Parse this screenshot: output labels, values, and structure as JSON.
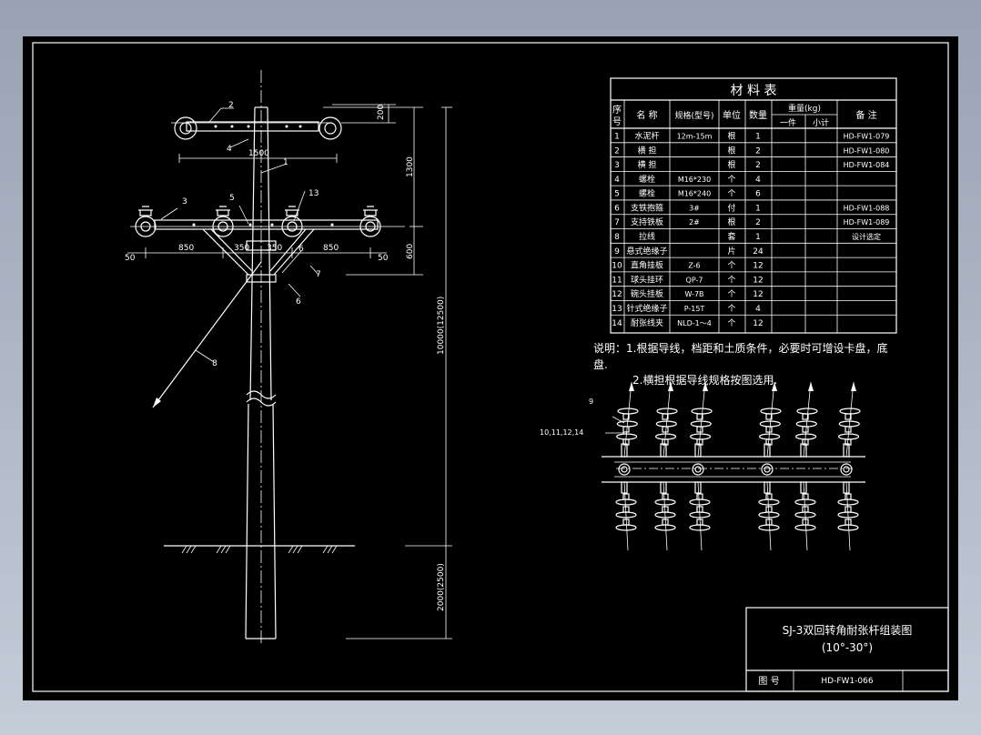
{
  "table": {
    "title": "材    料    表",
    "headers": {
      "seq_1": "序",
      "seq_2": "号",
      "name": "名  称",
      "spec": "规格(型号)",
      "unit": "单位",
      "qty": "数量",
      "weight": "重量(kg)",
      "weight_each": "一件",
      "weight_sub": "小计",
      "remark": "备  注"
    },
    "rows": [
      {
        "no": "1",
        "name": "水泥杆",
        "spec": "12m-15m",
        "unit": "根",
        "qty": "1",
        "remark": "HD-FW1-079"
      },
      {
        "no": "2",
        "name": "横  担",
        "spec": "",
        "unit": "根",
        "qty": "2",
        "remark": "HD-FW1-080"
      },
      {
        "no": "3",
        "name": "横  担",
        "spec": "",
        "unit": "根",
        "qty": "2",
        "remark": "HD-FW1-084"
      },
      {
        "no": "4",
        "name": "螺栓",
        "spec": "M16*230",
        "unit": "个",
        "qty": "4",
        "remark": ""
      },
      {
        "no": "5",
        "name": "螺栓",
        "spec": "M16*240",
        "unit": "个",
        "qty": "6",
        "remark": ""
      },
      {
        "no": "6",
        "name": "支铁抱箍",
        "spec": "3#",
        "unit": "付",
        "qty": "1",
        "remark": "HD-FW1-088"
      },
      {
        "no": "7",
        "name": "支持铁板",
        "spec": "2#",
        "unit": "根",
        "qty": "2",
        "remark": "HD-FW1-089"
      },
      {
        "no": "8",
        "name": "拉线",
        "spec": "",
        "unit": "套",
        "qty": "1",
        "remark": "设计选定"
      },
      {
        "no": "9",
        "name": "悬式绝缘子",
        "spec": "",
        "unit": "片",
        "qty": "24",
        "remark": ""
      },
      {
        "no": "10",
        "name": "直角挂板",
        "spec": "Z-6",
        "unit": "个",
        "qty": "12",
        "remark": ""
      },
      {
        "no": "11",
        "name": "球头挂环",
        "spec": "QP-7",
        "unit": "个",
        "qty": "12",
        "remark": ""
      },
      {
        "no": "12",
        "name": "碗头挂板",
        "spec": "W-7B",
        "unit": "个",
        "qty": "12",
        "remark": ""
      },
      {
        "no": "13",
        "name": "针式绝缘子",
        "spec": "P-15T",
        "unit": "个",
        "qty": "4",
        "remark": ""
      },
      {
        "no": "14",
        "name": "耐张线夹",
        "spec": "NLD-1～4",
        "unit": "个",
        "qty": "12",
        "remark": ""
      }
    ]
  },
  "notes": {
    "line1": "说明：1.根据导线，档距和土质条件，必要时可增设卡盘，底",
    "line1b": "盘.",
    "line2": "2.横担根据导线规格按图选用."
  },
  "title_block": {
    "title_line1": "SJ-3双回转角耐张杆组装图",
    "title_line2": "(10°-30°)",
    "drawing_no_label": "图  号",
    "drawing_no": "HD-FW1-066"
  },
  "pole_drawing": {
    "dims": {
      "d200": "200",
      "d1500": "1500",
      "d1300": "1300",
      "d850a": "850",
      "d350a": "350",
      "d350b": "350",
      "d850b": "850",
      "d50a": "50",
      "d50b": "50",
      "d600": "600",
      "d10000": "10000(12500)",
      "d2000": "2000(2500)"
    },
    "callouts": {
      "c1": "1",
      "c2": "2",
      "c3": "3",
      "c4": "4",
      "c5": "5",
      "c6a": "6",
      "c6b": "6",
      "c7": "7",
      "c8": "8",
      "c13": "13"
    }
  },
  "assembly_drawing": {
    "callout_9": "9",
    "callout_group": "10,11,12,14"
  }
}
